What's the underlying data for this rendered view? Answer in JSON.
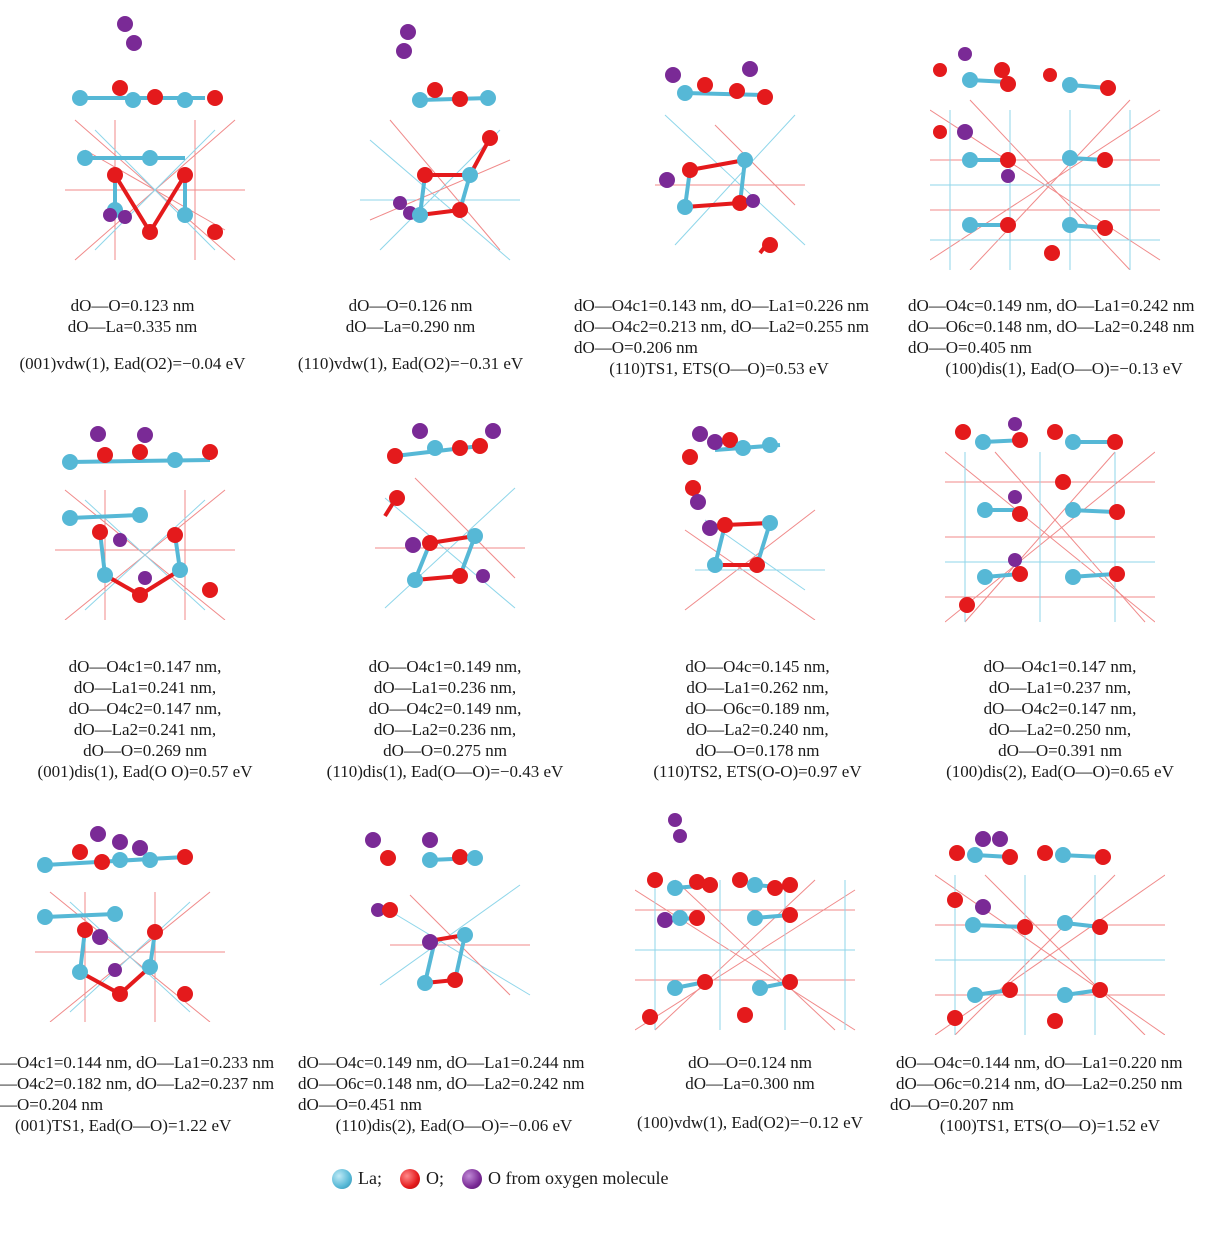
{
  "colors": {
    "la": "#56b8d6",
    "o": "#e41a1c",
    "o_mol": "#7a2a96",
    "bond_la": "#8fd6ea",
    "bond_o": "#f08a8a"
  },
  "panels": [
    {
      "lines": [
        "dO—O=0.123 nm",
        "dO—La=0.335 nm"
      ],
      "title": "(001)vdw(1), Ead(O2)=−0.04 eV"
    },
    {
      "lines": [
        "dO—O=0.126 nm",
        "dO—La=0.290 nm"
      ],
      "title": "(110)vdw(1), Ead(O2)=−0.31 eV"
    },
    {
      "lines": [
        "dO—O4c1=0.143 nm, dO—La1=0.226 nm",
        "dO—O4c2=0.213 nm, dO—La2=0.255 nm",
        "dO—O=0.206 nm"
      ],
      "title": "(110)TS1, ETS(O—O)=0.53 eV"
    },
    {
      "lines": [
        "dO—O4c=0.149 nm, dO—La1=0.242 nm",
        "dO—O6c=0.148 nm, dO—La2=0.248 nm",
        "dO—O=0.405 nm"
      ],
      "title": "(100)dis(1), Ead(O—O)=−0.13 eV"
    },
    {
      "lines": [
        "dO—O4c1=0.147 nm,",
        "dO—La1=0.241 nm,",
        "dO—O4c2=0.147 nm,",
        "dO—La2=0.241 nm,",
        "dO—O=0.269 nm"
      ],
      "title": "(001)dis(1), Ead(O  O)=0.57 eV"
    },
    {
      "lines": [
        "dO—O4c1=0.149 nm,",
        "dO—La1=0.236 nm,",
        "dO—O4c2=0.149 nm,",
        "dO—La2=0.236 nm,",
        "dO—O=0.275 nm"
      ],
      "title": "(110)dis(1), Ead(O—O)=−0.43 eV"
    },
    {
      "lines": [
        "dO—O4c=0.145 nm,",
        "dO—La1=0.262 nm,",
        "dO—O6c=0.189 nm,",
        "dO—La2=0.240 nm,",
        "dO—O=0.178 nm"
      ],
      "title": "(110)TS2, ETS(O-O)=0.97 eV"
    },
    {
      "lines": [
        "dO—O4c1=0.147 nm,",
        "dO—La1=0.237 nm,",
        "dO—O4c2=0.147 nm,",
        "dO—La2=0.250 nm,",
        "dO—O=0.391 nm"
      ],
      "title": "(100)dis(2), Ead(O—O)=0.65 eV"
    },
    {
      "lines": [
        "—O4c1=0.144 nm, dO—La1=0.233 nm",
        "—O4c2=0.182 nm, dO—La2=0.237 nm",
        "—O=0.204 nm"
      ],
      "title": "(001)TS1, Ead(O—O)=1.22 eV"
    },
    {
      "lines": [
        "dO—O4c=0.149 nm, dO—La1=0.244 nm",
        "dO—O6c=0.148 nm, dO—La2=0.242 nm",
        "dO—O=0.451 nm"
      ],
      "title": "(110)dis(2), Ead(O—O)=−0.06 eV"
    },
    {
      "lines": [
        "dO—O=0.124 nm",
        "dO—La=0.300 nm"
      ],
      "title": "(100)vdw(1), Ead(O2)=−0.12 eV"
    },
    {
      "lines": [
        "dO—O4c=0.144 nm, dO—La1=0.220 nm",
        "dO—O6c=0.214 nm, dO—La2=0.250 nm",
        "dO—O=0.207 nm"
      ],
      "title": "(100)TS1, ETS(O—O)=1.52 eV"
    }
  ],
  "legend": {
    "la": "La;",
    "o": "O;",
    "o_mol": "O from oxygen molecule"
  }
}
